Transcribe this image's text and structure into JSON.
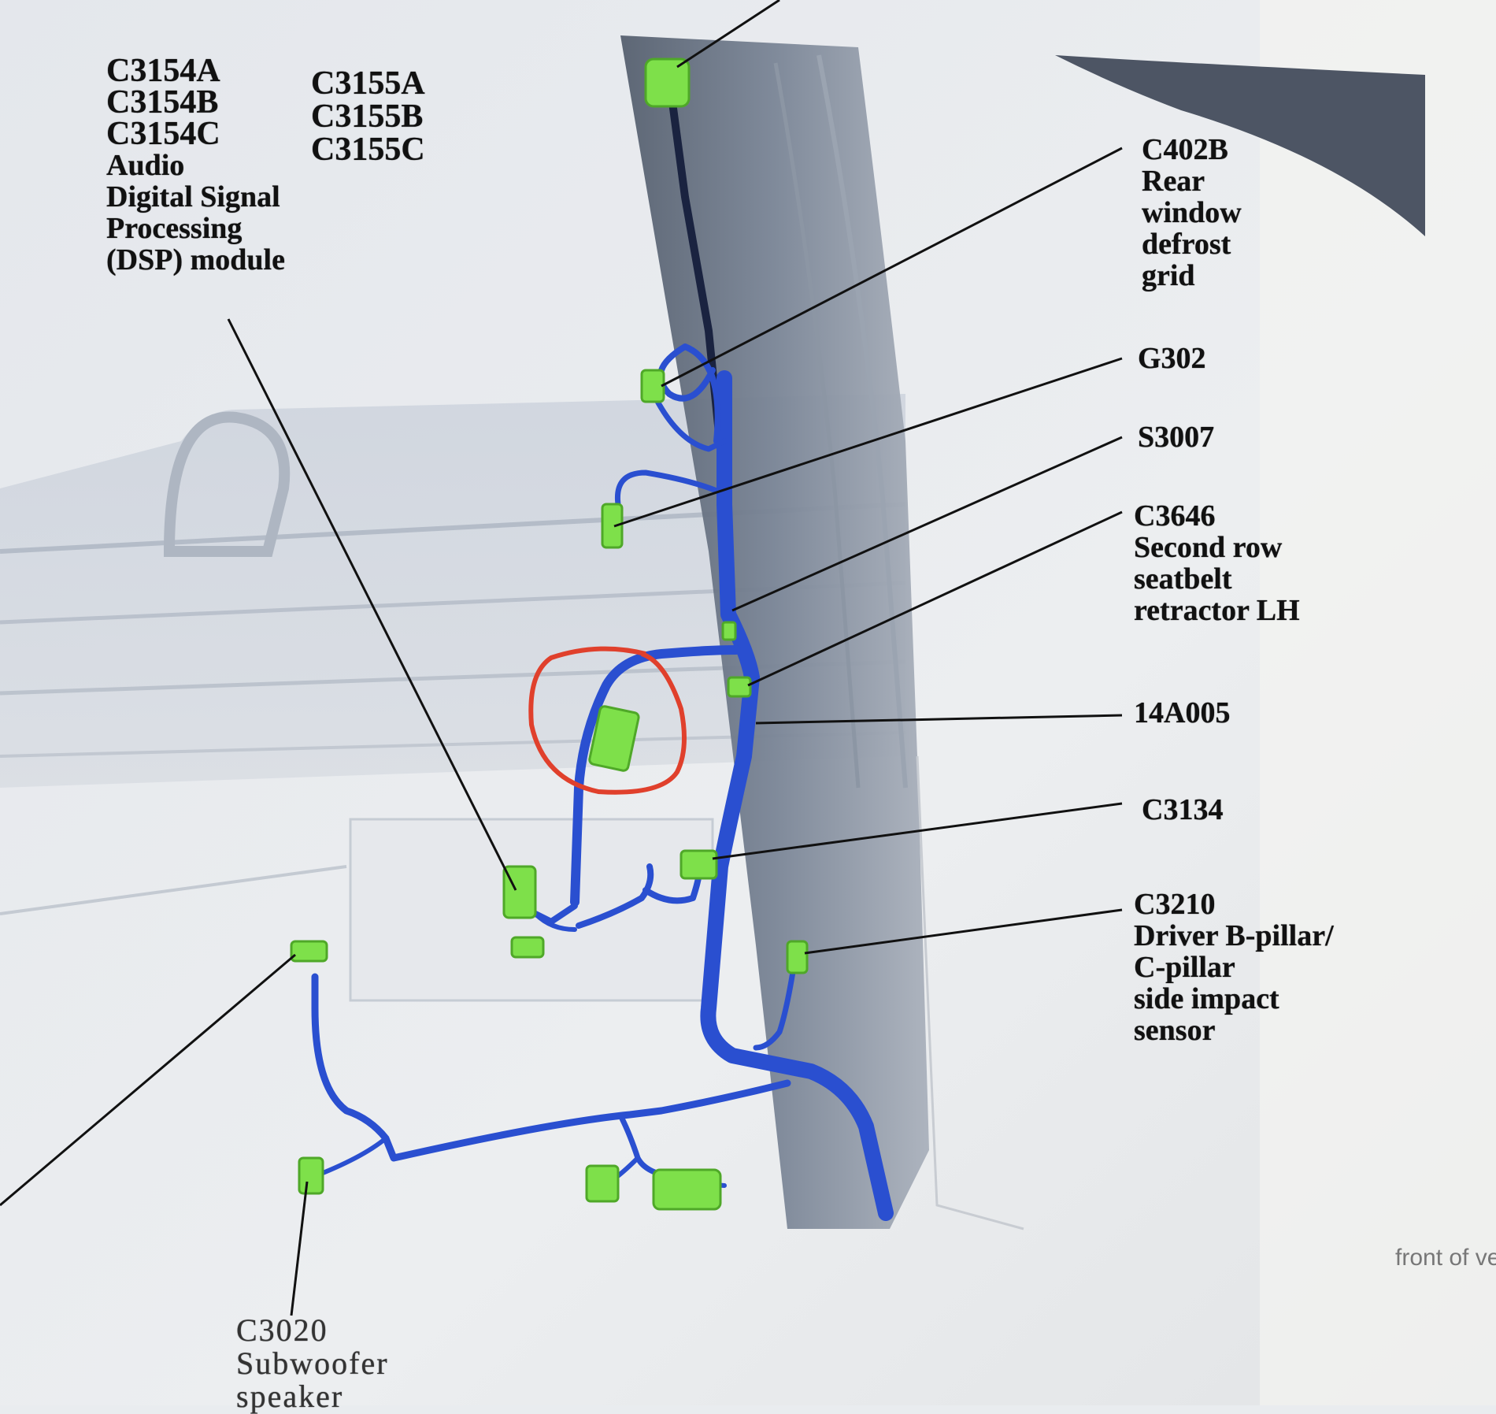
{
  "diagram": {
    "labels": {
      "dsp_module": {
        "codes": [
          "C3154A",
          "C3154B",
          "C3154C"
        ],
        "description": [
          "Audio",
          "Digital Signal",
          "Processing",
          "(DSP) module"
        ]
      },
      "c3155": {
        "codes": [
          "C3155A",
          "C3155B",
          "C3155C"
        ]
      },
      "c402b": {
        "code": "C402B",
        "description": [
          "Rear",
          "window",
          "defrost",
          "grid"
        ]
      },
      "g302": {
        "code": "G302"
      },
      "s3007": {
        "code": "S3007"
      },
      "c3646": {
        "code": "C3646",
        "description": [
          "Second row",
          "seatbelt",
          "retractor LH"
        ]
      },
      "harness": {
        "code": "14A005"
      },
      "c3134": {
        "code": "C3134"
      },
      "c3210": {
        "code": "C3210",
        "description": [
          "Driver B-pillar/",
          "C-pillar",
          "side impact",
          "sensor"
        ]
      },
      "c3020": {
        "code": "C3020",
        "description": [
          "Subwoofer",
          "speaker"
        ]
      },
      "front_of_vehicle": {
        "text": "front of ve"
      }
    },
    "colors": {
      "harness": "#2a4fd0",
      "harness_dark": "#1f3aa8",
      "connector": "#7ee04a",
      "annotation_circle": "#e0402c",
      "leader_line": "#111111",
      "pillar_panel": "#6f7b8c"
    }
  }
}
